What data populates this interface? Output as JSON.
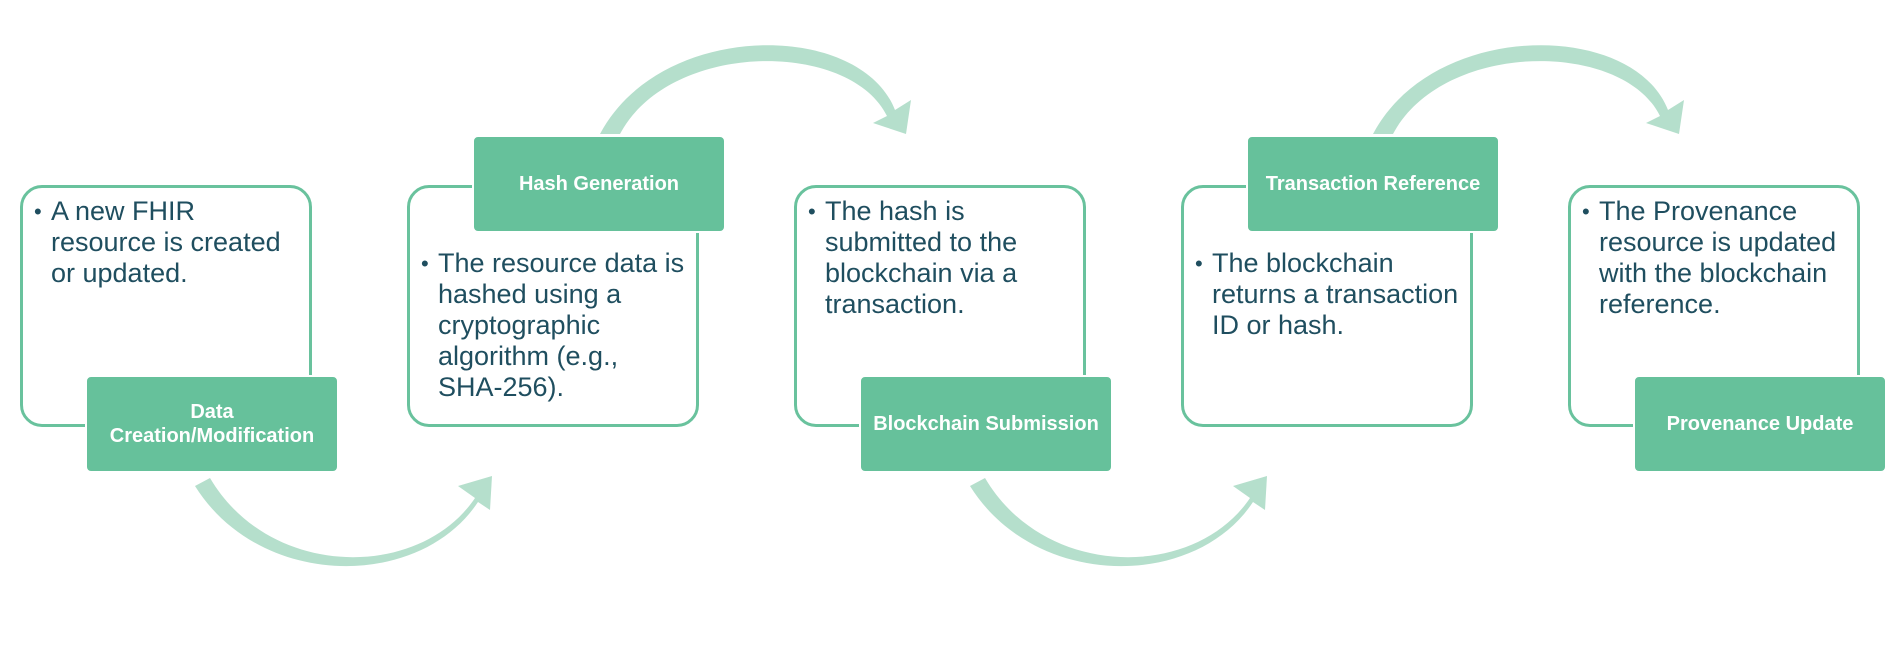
{
  "steps": [
    {
      "label": "Data Creation/Modification",
      "text": "A new FHIR resource is created or updated."
    },
    {
      "label": "Hash Generation",
      "text": "The resource data is hashed using a cryptographic algorithm (e.g., SHA-256)."
    },
    {
      "label": "Blockchain Submission",
      "text": "The hash is submitted to the blockchain via a transaction."
    },
    {
      "label": "Transaction Reference",
      "text": "The blockchain returns a transaction ID or hash."
    },
    {
      "label": "Provenance Update",
      "text": "The Provenance resource is updated with the blockchain reference."
    }
  ],
  "colors": {
    "box_fill": "#66c19b",
    "card_border": "#69c29d",
    "arrow": "#b5dfcc",
    "body_text": "#1f4e5f",
    "label_text": "#ffffff"
  }
}
